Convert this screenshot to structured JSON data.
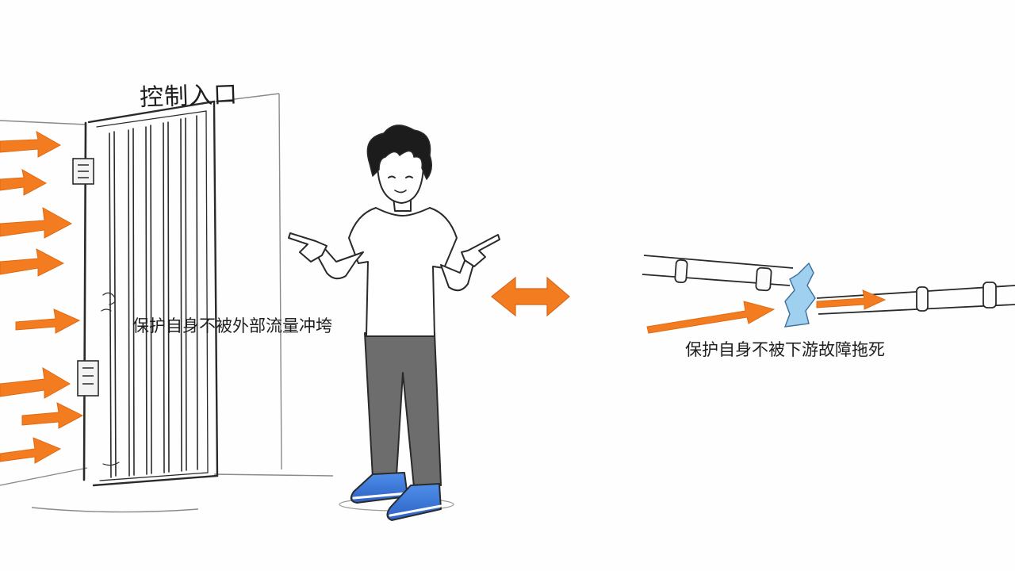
{
  "labels": {
    "door_title": "控制入口",
    "left_caption": "保护自身不被外部流量冲垮",
    "right_caption": "保护自身不被下游故障拖死"
  },
  "colors": {
    "arrow": "#f47c20",
    "ink": "#2a2a2a",
    "shoe": "#3a78d8",
    "pants": "#6d6d6d",
    "crack": "#9fd0f0"
  }
}
